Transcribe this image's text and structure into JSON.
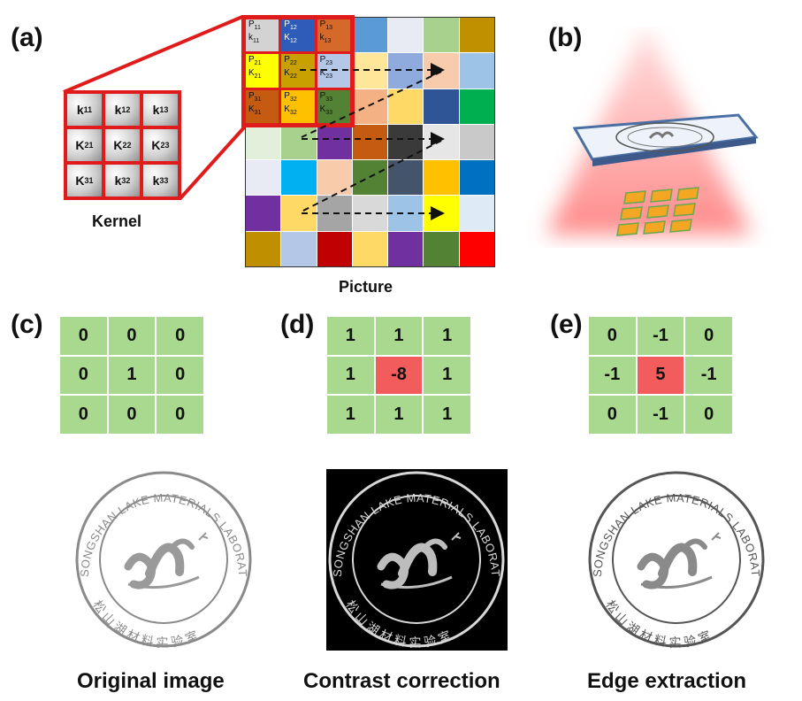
{
  "labels": {
    "a": "(a)",
    "b": "(b)",
    "c": "(c)",
    "d": "(d)",
    "e": "(e)"
  },
  "kernel": {
    "caption": "Kernel",
    "cells": [
      {
        "p": "k",
        "s": "11"
      },
      {
        "p": "k",
        "s": "12"
      },
      {
        "p": "k",
        "s": "13"
      },
      {
        "p": "K",
        "s": "21"
      },
      {
        "p": "K",
        "s": "22"
      },
      {
        "p": "K",
        "s": "23"
      },
      {
        "p": "K",
        "s": "31"
      },
      {
        "p": "k",
        "s": "32"
      },
      {
        "p": "k",
        "s": "33"
      }
    ]
  },
  "picture": {
    "caption": "Picture",
    "colors": [
      [
        "#d3d3d3",
        "#2e5cb8",
        "#d4692a",
        "#5b9bd5",
        "#e8ebf3",
        "#a9d18e",
        "#c09000"
      ],
      [
        "#ffff00",
        "#c8a000",
        "#b4c7e7",
        "#ffe699",
        "#8faadc",
        "#f8cbad",
        "#9dc3e6"
      ],
      [
        "#c55a11",
        "#ffc000",
        "#548235",
        "#f4b183",
        "#ffd966",
        "#2f5597",
        "#00b050"
      ],
      [
        "#e2efda",
        "#a9d18e",
        "#7030a0",
        "#c55a11",
        "#3a3a3a",
        "#e7e6e6",
        "#c9c9c9"
      ],
      [
        "#e8ebf3",
        "#00b0f0",
        "#f8cbad",
        "#548235",
        "#44546a",
        "#ffc000",
        "#0070c0"
      ],
      [
        "#7030a0",
        "#ffd966",
        "#a5a5a5",
        "#d9d9d9",
        "#9dc3e6",
        "#ffff00",
        "#deebf7"
      ],
      [
        "#bf8f00",
        "#b4c7e7",
        "#c00000",
        "#ffd966",
        "#7030a0",
        "#548235",
        "#ff0000"
      ]
    ],
    "window_labels": [
      [
        "P",
        "11",
        "k",
        "11"
      ],
      [
        "P",
        "12",
        "K",
        "12"
      ],
      [
        "P",
        "13",
        "k",
        "13"
      ],
      [
        "P",
        "21",
        "K",
        "21"
      ],
      [
        "P",
        "22",
        "K",
        "22"
      ],
      [
        "P",
        "23",
        "K",
        "23"
      ],
      [
        "P",
        "31",
        "K",
        "31"
      ],
      [
        "P",
        "32",
        "K",
        "32"
      ],
      [
        "P",
        "33",
        "K",
        "33"
      ]
    ]
  },
  "matrices": {
    "c": [
      "0",
      "0",
      "0",
      "0",
      "1",
      "0",
      "0",
      "0",
      "0"
    ],
    "d": [
      "1",
      "1",
      "1",
      "1",
      "-8",
      "1",
      "1",
      "1",
      "1"
    ],
    "e": [
      "0",
      "-1",
      "0",
      "-1",
      "5",
      "-1",
      "0",
      "-1",
      "0"
    ]
  },
  "stamp": {
    "ring_text": "SONGSHAN LAKE MATERIALS LABORATORY",
    "chinese_text": "松山湖材料实验室"
  },
  "captions": {
    "original": "Original image",
    "contrast": "Contrast correction",
    "edge": "Edge extraction"
  },
  "colors": {
    "red": "#e01b1b",
    "matrix_green": "#a9d88f",
    "matrix_highlight": "#f25c5c"
  }
}
